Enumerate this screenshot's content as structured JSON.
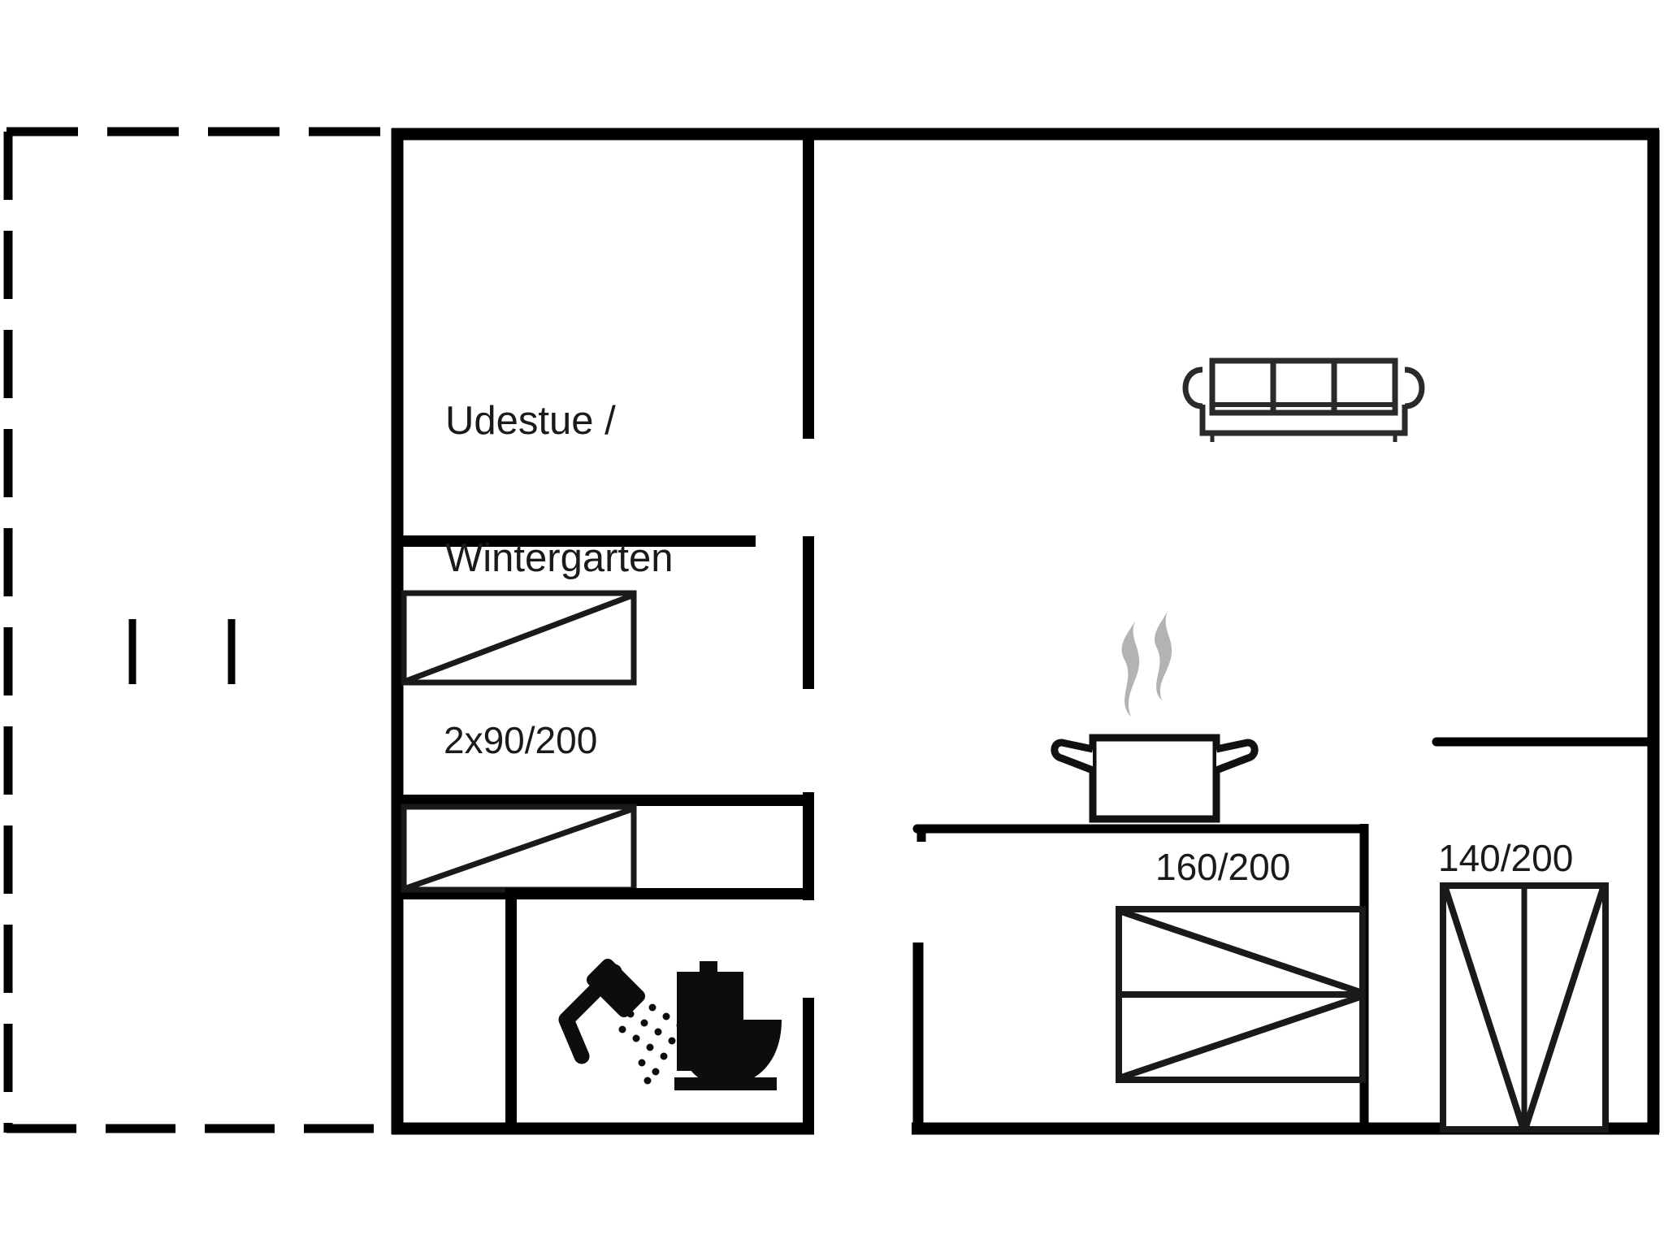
{
  "plan": {
    "kind": "floor-plan",
    "background_color": "#ffffff",
    "line_color": "#000000",
    "steam_color": "#b3b3b3",
    "rooms": [
      {
        "id": "conservatory",
        "label_line1": "Udestue /",
        "label_line2": "Wintergarten"
      },
      {
        "id": "bedroom-twin",
        "label": "2x90/200"
      },
      {
        "id": "bedroom-double-160",
        "label": "160/200"
      },
      {
        "id": "bedroom-double-140",
        "label": "140/200"
      },
      {
        "id": "bathroom",
        "label": ""
      },
      {
        "id": "terrace",
        "label": ""
      },
      {
        "id": "living-room",
        "label": ""
      }
    ],
    "labels": {
      "conservatory_line1": "Udestue /",
      "conservatory_line2": "Wintergarten",
      "bed_twin": "2x90/200",
      "bed_double_160": "160/200",
      "bed_double_140": "140/200"
    },
    "symbols": [
      {
        "name": "sofa-icon",
        "meaning": "three-seat sofa"
      },
      {
        "name": "cooking-pot-icon",
        "meaning": "cooking pot with steam"
      },
      {
        "name": "shower-icon",
        "meaning": "shower head with water spray"
      },
      {
        "name": "toilet-icon",
        "meaning": "toilet"
      },
      {
        "name": "bed-single-icon",
        "meaning": "single bed 90/200"
      },
      {
        "name": "bed-double-icon",
        "meaning": "double bed"
      },
      {
        "name": "terrace-post-icon",
        "meaning": "terrace railing post"
      }
    ]
  }
}
